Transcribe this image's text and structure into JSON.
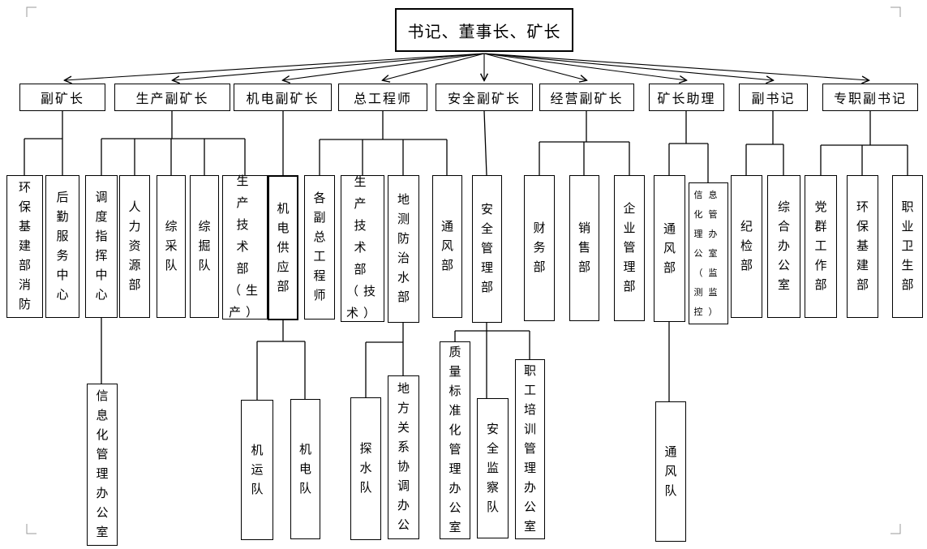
{
  "nodes": {
    "root": {
      "label": "书记、董事长、矿长"
    },
    "vice_mine_manager": {
      "label": "副矿长"
    },
    "production_vice": {
      "label": "生产副矿长"
    },
    "mech_elec_vice": {
      "label": "机电副矿长"
    },
    "chief_engineer": {
      "label": "总工程师"
    },
    "safety_vice": {
      "label": "安全副矿长"
    },
    "operations_vice": {
      "label": "经营副矿长"
    },
    "manager_assistant": {
      "label": "矿长助理"
    },
    "deputy_secretary": {
      "label": "副书记"
    },
    "full_time_deputy_secretary": {
      "label": "专职副书记"
    },
    "env_infra_fire": {
      "label": "环保基建部消防"
    },
    "logistics_center": {
      "label": "后勤服务中心"
    },
    "dispatch_center": {
      "label": "调度指挥中心"
    },
    "hr_dept": {
      "label": "人力资源部"
    },
    "mining_team": {
      "label": "综采队"
    },
    "tunneling_team": {
      "label": "综掘队"
    },
    "prod_tech_production": {
      "label": "生产技术部（生产）"
    },
    "mech_supply_dept": {
      "label": "机电供应部"
    },
    "deputy_chief_engineers": {
      "label": "各副总工程师"
    },
    "prod_tech_technology": {
      "label": "生产技术部（技术）"
    },
    "geological_water_dept": {
      "label": "地测防治水部"
    },
    "ventilation_dept_1": {
      "label": "通风部"
    },
    "safety_mgmt_dept": {
      "label": "安全管理部"
    },
    "finance_dept": {
      "label": "财务部"
    },
    "sales_dept": {
      "label": "销售部"
    },
    "enterprise_mgmt_dept": {
      "label": "企业管理部"
    },
    "ventilation_dept_2": {
      "label": "通风部"
    },
    "info_mgmt_office_monitoring": {
      "label": "信息化管理办公室（监测监控）"
    },
    "discipline_dept": {
      "label": "纪检部"
    },
    "general_office": {
      "label": "综合办公室"
    },
    "party_work_dept": {
      "label": "党群工作部"
    },
    "env_infra_dept": {
      "label": "环保基建部"
    },
    "occupational_health_dept": {
      "label": "职业卫生部"
    },
    "info_mgmt_office": {
      "label": "信息化管理办公室"
    },
    "transport_team": {
      "label": "机运队"
    },
    "mech_elec_team": {
      "label": "机电队"
    },
    "water_exploration_team": {
      "label": "探水队"
    },
    "local_relations_office": {
      "label": "地方关系协调办公"
    },
    "quality_std_office": {
      "label": "质量标准化管理办公室"
    },
    "safety_inspection_team": {
      "label": "安全监察队"
    },
    "staff_training_office": {
      "label": "职工培训管理办公室"
    },
    "ventilation_team": {
      "label": "通风队"
    }
  },
  "hierarchy": {
    "root": [
      "vice_mine_manager",
      "production_vice",
      "mech_elec_vice",
      "chief_engineer",
      "safety_vice",
      "operations_vice",
      "manager_assistant",
      "deputy_secretary",
      "full_time_deputy_secretary"
    ],
    "vice_mine_manager": [
      "env_infra_fire",
      "logistics_center"
    ],
    "production_vice": [
      "dispatch_center",
      "hr_dept",
      "mining_team",
      "tunneling_team",
      "prod_tech_production"
    ],
    "mech_elec_vice": [
      "mech_supply_dept"
    ],
    "chief_engineer": [
      "deputy_chief_engineers",
      "prod_tech_technology",
      "geological_water_dept",
      "ventilation_dept_1"
    ],
    "safety_vice": [
      "safety_mgmt_dept"
    ],
    "operations_vice": [
      "finance_dept",
      "sales_dept",
      "enterprise_mgmt_dept"
    ],
    "manager_assistant": [
      "ventilation_dept_2",
      "info_mgmt_office_monitoring"
    ],
    "deputy_secretary": [
      "discipline_dept",
      "general_office"
    ],
    "full_time_deputy_secretary": [
      "party_work_dept",
      "env_infra_dept",
      "occupational_health_dept"
    ],
    "dispatch_center": [
      "info_mgmt_office"
    ],
    "mech_supply_dept": [
      "transport_team",
      "mech_elec_team"
    ],
    "geological_water_dept": [
      "water_exploration_team",
      "local_relations_office"
    ],
    "safety_mgmt_dept": [
      "quality_std_office",
      "safety_inspection_team",
      "staff_training_office"
    ],
    "ventilation_dept_2": [
      "ventilation_team"
    ]
  },
  "colors": {
    "line": "#000000",
    "border": "#000000",
    "background": "#ffffff",
    "corner_mark": "#999999"
  }
}
